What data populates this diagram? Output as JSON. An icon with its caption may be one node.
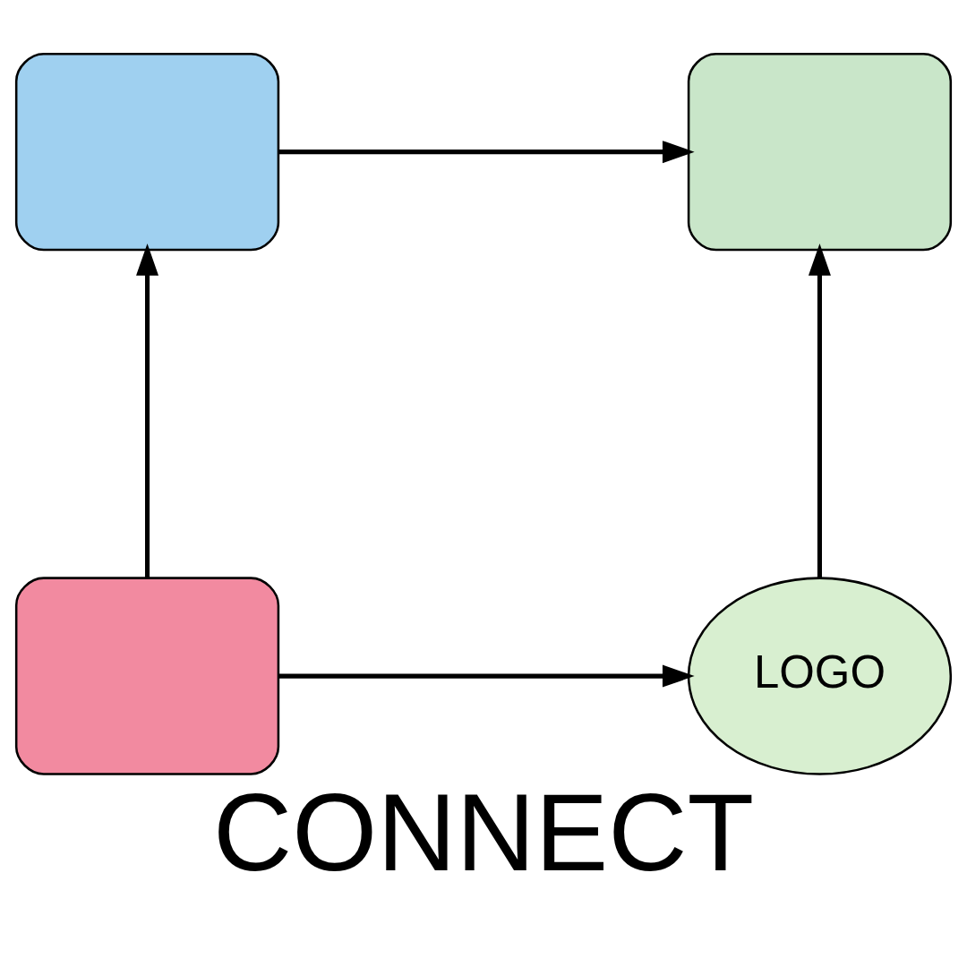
{
  "diagram": {
    "title": "CONNECT",
    "nodes": [
      {
        "text": [],
        "shape": "box"
      },
      {
        "text": [],
        "shape": "box"
      },
      {
        "text": [],
        "shape": "box"
      },
      {
        "text": [
          "LOGO"
        ]
      }
    ],
    "edges": [
      {
        "from": 2,
        "to": 0,
        "arrow": "to"
      },
      {
        "from": 0,
        "to": 1,
        "arrow": "to"
      },
      {
        "from": 2,
        "to": 3,
        "arrow": "to"
      },
      {
        "from": 3,
        "to": 1,
        "arrow": "to"
      }
    ]
  }
}
